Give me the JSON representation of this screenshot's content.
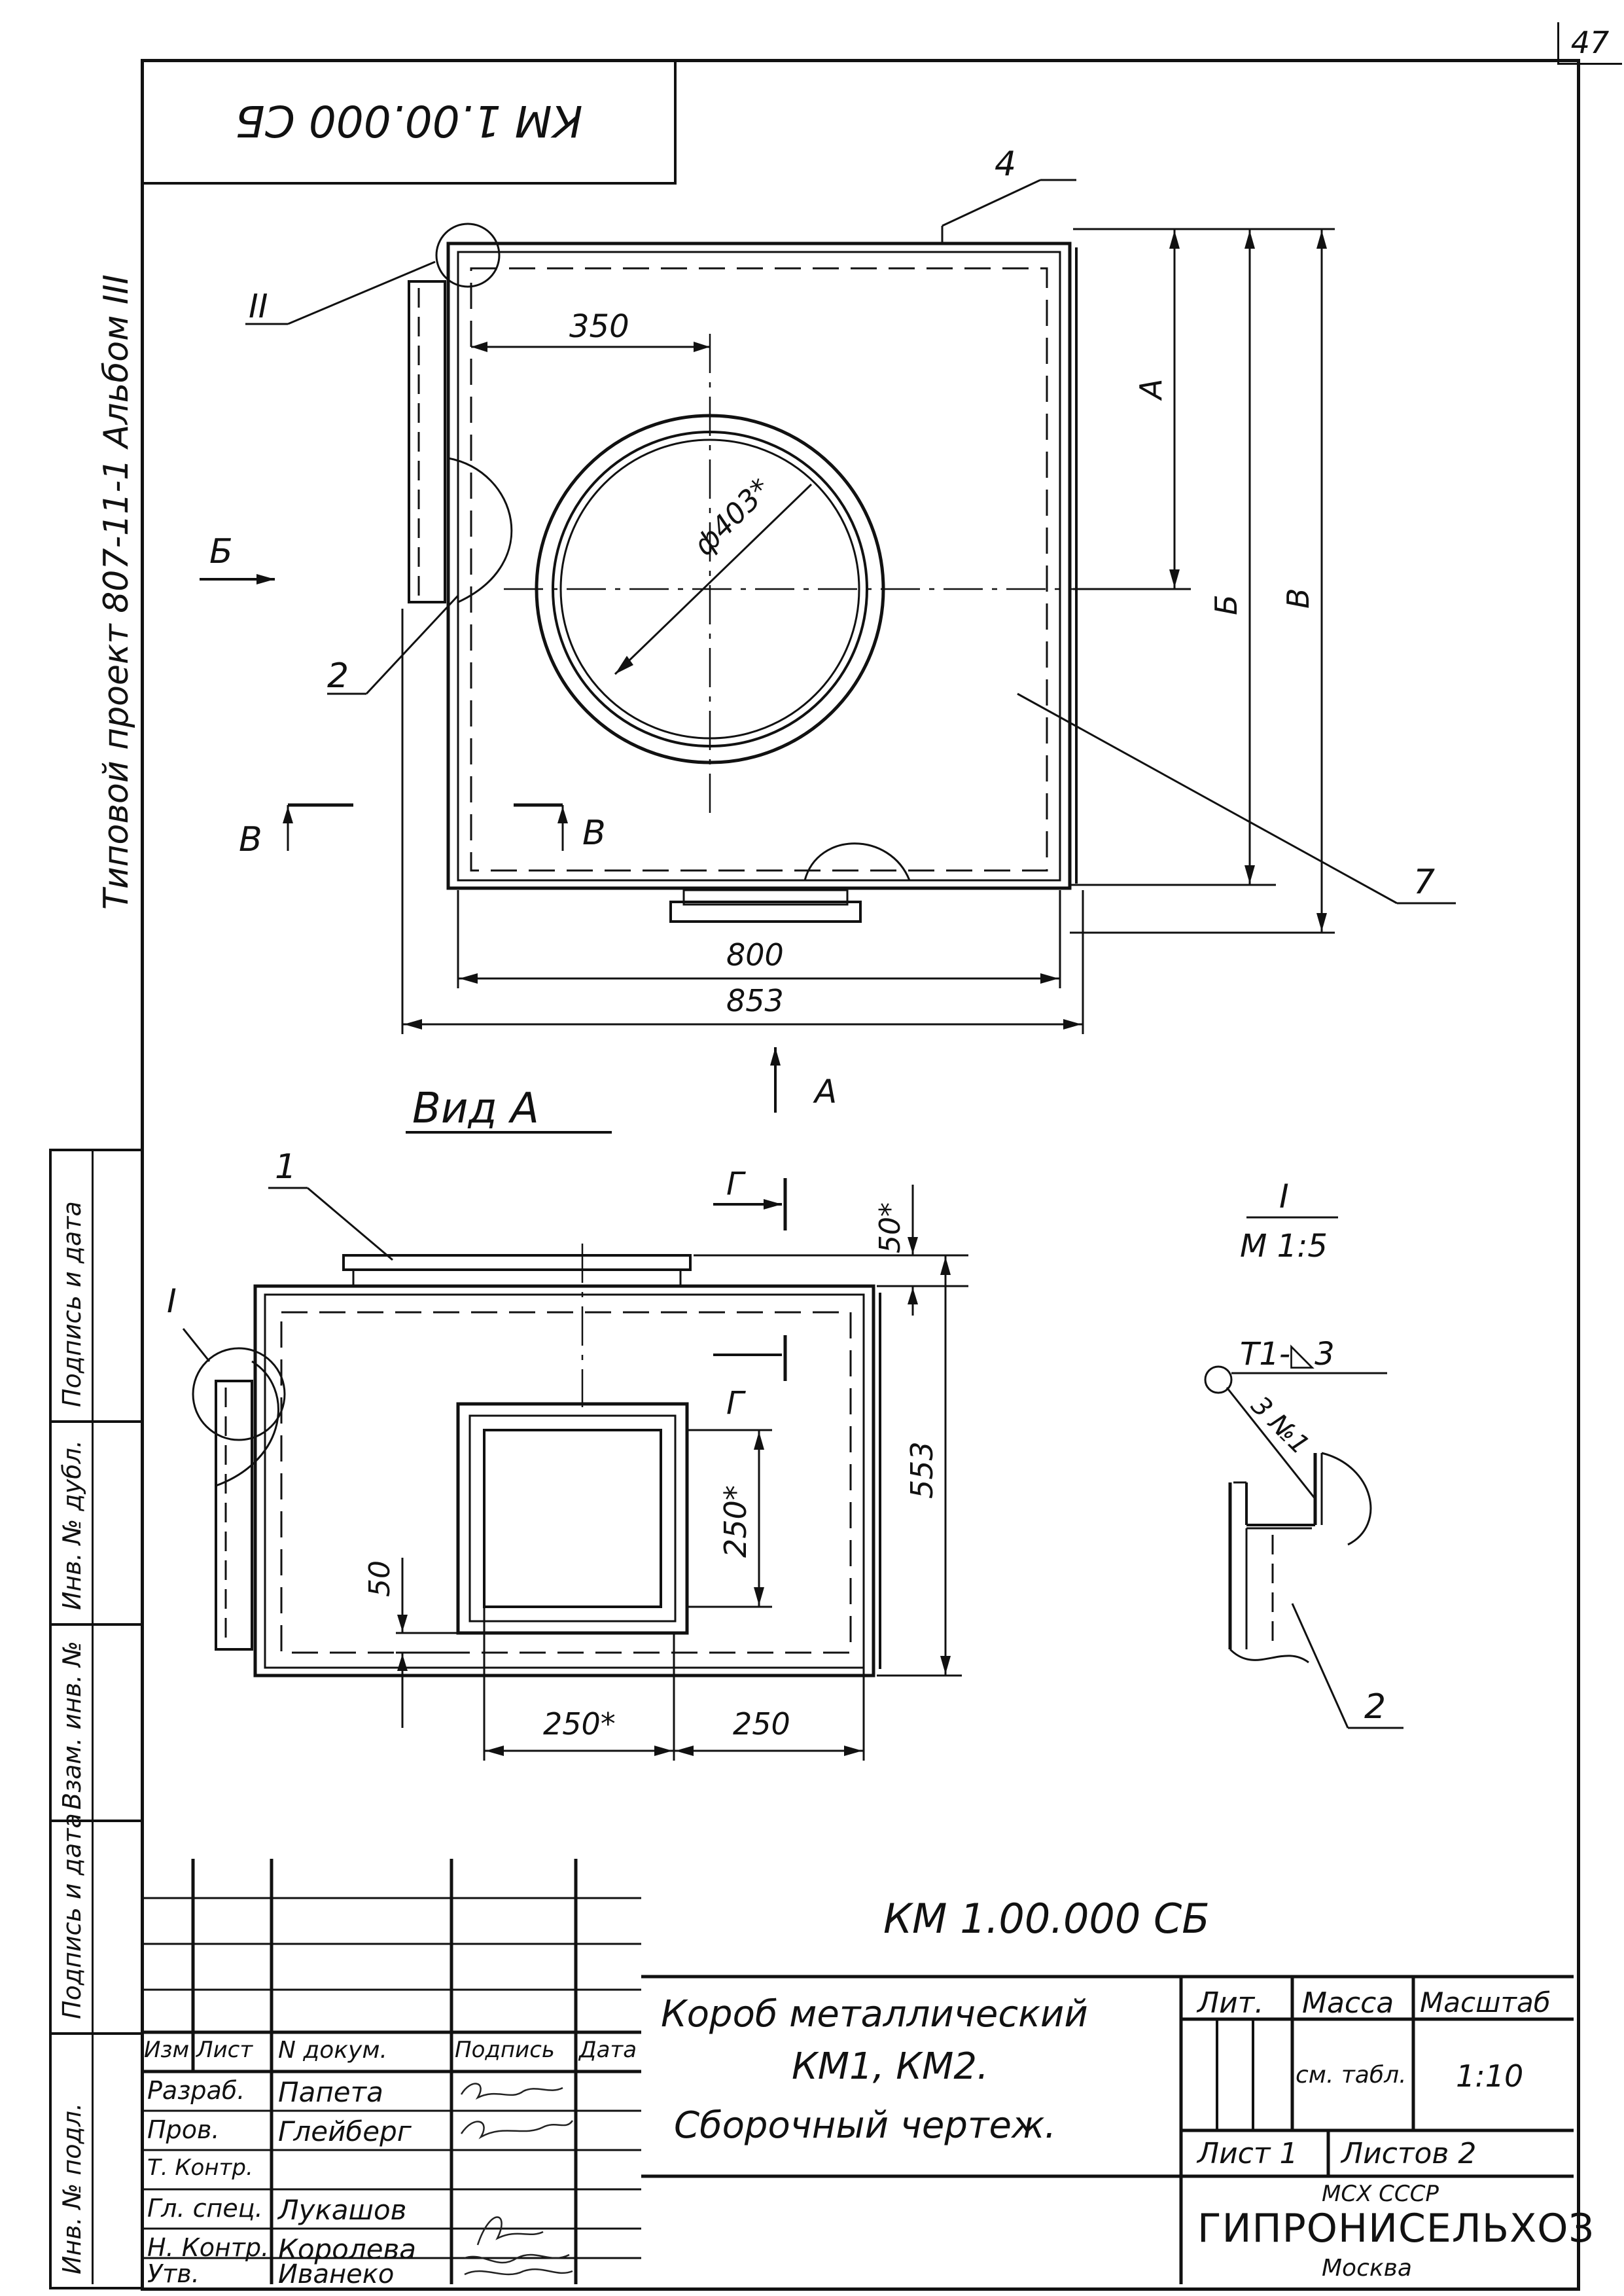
{
  "sheet_number": "47",
  "side_note": "Типовой проект 807-11-1 Альбом III",
  "stamp_code": "КМ 1.00.000 СБ",
  "drawing": {
    "labels": {
      "ref_4": "4",
      "ref_2": "2",
      "ref_7": "7",
      "ref_1": "1",
      "ref_2b": "2",
      "detail_II": "II",
      "detail_I": "I",
      "detail_I_view": "I",
      "detail_scale": "M 1:5",
      "weld_note": "Т1-◺3",
      "weld_note2": "3 №1",
      "dim_350": "350",
      "dim_phi": "ф403*",
      "dim_A": "А",
      "dim_B": "Б",
      "dim_V": "В",
      "dim_800": "800",
      "dim_853": "853",
      "section_B_left": "Б",
      "section_V_left": "В",
      "section_V_right": "В",
      "view_arrow_A": "А",
      "view_title": "Вид А",
      "section_G_top": "Г",
      "section_G_bottom": "Г",
      "dim_50_top": "50*",
      "dim_553": "553",
      "dim_250_vert": "250*",
      "dim_50_left": "50",
      "dim_250_star": "250*",
      "dim_250": "250"
    }
  },
  "left_strip": {
    "labels": [
      "Подпись и дата",
      "Инв. № дубл.",
      "Взам. инв. №",
      "Подпись и дата",
      "Инв. № подл."
    ]
  },
  "title_block": {
    "doc_code": "КМ 1.00.000 СБ",
    "title_line1": "Короб металлический",
    "title_line2": "КМ1, КМ2.",
    "title_line3": "Сборочный чертеж.",
    "header_izm": "Изм",
    "header_list": "Лист",
    "header_ndoc": "N докум.",
    "header_podpis": "Подпись",
    "header_data": "Дата",
    "rows": [
      {
        "role": "Разраб.",
        "name": "Папета"
      },
      {
        "role": "Пров.",
        "name": "Глейберг"
      },
      {
        "role": "Т. Контр.",
        "name": ""
      },
      {
        "role": "Гл. спец.",
        "name": "Лукашов"
      },
      {
        "role": "Н. Контр.",
        "name": "Королева"
      },
      {
        "role": "Утв.",
        "name": "Иванеко"
      }
    ],
    "lit_label": "Лит.",
    "massa_label": "Масса",
    "masshtab_label": "Масштаб",
    "massa_value": "см. табл.",
    "masshtab_value": "1:10",
    "list_label": "Лист 1",
    "listov_label": "Листов 2",
    "org_line1": "МСХ СССР",
    "org_line2": "ГИПРОНИСЕЛЬХОЗ",
    "org_line3": "Москва"
  }
}
